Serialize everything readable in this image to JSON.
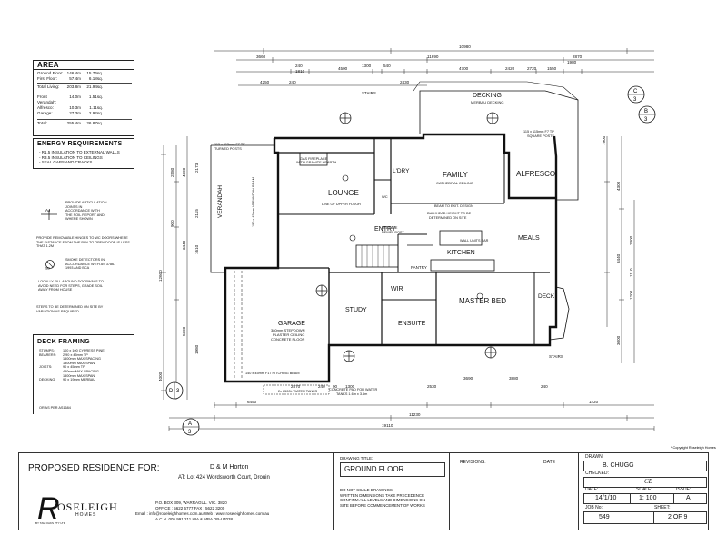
{
  "area": {
    "title": "AREA",
    "rows": [
      {
        "k": "Ground Floor:",
        "v": "146.4m",
        "w": "15.76sq."
      },
      {
        "k": "First Floor:",
        "v": "57.4m",
        "w": "6.18sq."
      },
      {
        "k": "Total Living:",
        "v": "203.8m",
        "w": "21.94sq."
      },
      {
        "k": "Front Verandah:",
        "v": "14.0m",
        "w": "1.51sq."
      },
      {
        "k": "Alfresco:",
        "v": "10.3m",
        "w": "1.11sq."
      },
      {
        "k": "Garage:",
        "v": "27.3m",
        "w": "2.92sq."
      },
      {
        "k": "Total:",
        "v": "255.4m",
        "w": "26.87sq."
      }
    ]
  },
  "energy": {
    "title": "ENERGY REQUIREMENTS",
    "items": [
      "- R1.5 INSULATION TO EXTERNAL WALLS",
      "- R3.5 INSULATION TO CEILINGS",
      "- SEAL GAPS AND CRACKS"
    ]
  },
  "legend": {
    "articulation_symbol": "AJ",
    "articulation_text": [
      "PROVIDE ARTICULATION",
      "JOINTS IN",
      "ACCORDANCE WITH",
      "THE SOIL REPORT AND",
      "WHERE SHOWN"
    ],
    "hinges": [
      "PROVIDE REMOVABLE HINGES TO WC DOORS WHERE",
      "THE DISTANCE FROM THE PAN TO OPEN DOOR IS LESS",
      "THAT 1.2M"
    ],
    "smoke_symbol": "SD",
    "smoke_text": [
      "SMOKE DETECTORS IN",
      "ACCORDANCE WITH AS 3786-",
      "1993 AND BCA"
    ],
    "fill": [
      "LOCALLY FILL AROUND DOORWAYS TO",
      "AVOID NEED FOR STEPS, GRADE SOIL",
      "AWAY FROM HOUSE"
    ],
    "steps": [
      "STEPS TO BE DETERMINED ON SITE BY",
      "VARIATION AS REQUIRED"
    ]
  },
  "deck": {
    "title": "DECK FRAMING",
    "rows": [
      {
        "k": "STUMPS:",
        "v": "100 x 100 CYPRESS PINE"
      },
      {
        "k": "BEARERS:",
        "v": "2/90 x 45mm TP"
      },
      {
        "k": "",
        "v": "1500mm MAX SPACING"
      },
      {
        "k": "",
        "v": "1800mm MAX SPAN"
      },
      {
        "k": "JOISTS:",
        "v": "90 x 45mm TP"
      },
      {
        "k": "",
        "v": "450mm MAX SPACING"
      },
      {
        "k": "",
        "v": "1500mm MAX SPAN"
      },
      {
        "k": "DECKING:",
        "v": "90 x 19mm MERBAU"
      }
    ],
    "footer": "OR AS PER AS1684"
  },
  "plan": {
    "rooms": {
      "lounge": "LOUNGE",
      "family": "FAMILY",
      "family_sub": "CATHEDRAL CEILING",
      "alfresco": "ALFRESCO",
      "ldry": "L'DRY",
      "entry": "ENTRY",
      "kitchen": "KITCHEN",
      "meals": "MEALS",
      "wir": "WIR",
      "master": "MASTER BED",
      "study": "STUDY",
      "ensuite": "ENSUITE",
      "garage": "GARAGE",
      "garage_sub1": "380mm STEPDOWN",
      "garage_sub2": "PLASTER CEILING",
      "garage_sub3": "CONCRETE FLOOR",
      "verandah": "VERANDAH",
      "decking": "DECKING",
      "decking_sub": "MERBAU DECKING",
      "deck": "DECK",
      "pantry": "PANTRY",
      "stairs": "STAIRS",
      "stairs2": "STAIRS",
      "wc": "WC"
    },
    "notes": {
      "posts_left": "115 x 115mm F7 TP",
      "posts_left2": "TURNED POSTS",
      "posts_right": "115 x 115mm F7 TP",
      "posts_right2": "SQUARE POSTS",
      "beam": "BEAM TO EXIT. DESIGN",
      "bulkhead": "BULKHEAD HEIGHT TO BE",
      "bulkhead2": "DETERMINED ON SITE",
      "gas": "GAS FIREPLACE",
      "gas2": "WITH GRANITE HEARTH",
      "feature": "FEATURE",
      "feature2": "NEWEL POST",
      "pitching": "140 x 45mm F17 PITCHING BEAM",
      "concrete": "CONCRETE PAD FOR WATER",
      "concrete2": "TANKS 1.6m x 3.6m",
      "water": "2x 2500L WATER TANKS",
      "verandah_beam": "190 x 45mm VERANDAH BEAM",
      "heights": "LINE OF UPPER FLOOR",
      "cookbar": "WALL UNITS BAR"
    },
    "dims_top": [
      "10980",
      "11690",
      "2870",
      "3660",
      "240",
      "1810",
      "1300",
      "540",
      "4500",
      "4700",
      "2420",
      "2720",
      "1550",
      "1980",
      "4250",
      "240",
      "2430"
    ],
    "dims_bottom": [
      "6450",
      "11230",
      "1420",
      "19110",
      "2870",
      "240",
      "90",
      "1300",
      "2530",
      "3690",
      "3880",
      "240"
    ],
    "dims_left": [
      "12600",
      "2580",
      "4300",
      "2173",
      "2115",
      "900",
      "3440",
      "1610",
      "4000",
      "5300",
      "1980"
    ],
    "dims_right": [
      "7900",
      "4300",
      "3440",
      "2300",
      "1110",
      "1200",
      "3000"
    ],
    "sections": [
      {
        "id": "C",
        "n": "3"
      },
      {
        "id": "B",
        "n": "3"
      },
      {
        "id": "D",
        "n": "3"
      },
      {
        "id": "A",
        "n": "3"
      }
    ],
    "copyright": "* Copyright Roseleigh Homes"
  },
  "titleblock": {
    "proposed": "PROPOSED RESIDENCE FOR:",
    "client": "D & M Horton",
    "address": "AT: Lot 424 Wordsworth Court, Drouin",
    "logo_text": "OSELEIGH",
    "logo_sub": "HOMES",
    "logo_small": "BY TAM OAKS PTY LTD",
    "contact": [
      "P.O. BOX 309, WARRAGUL. VIC. 3820",
      "OFFICE : 5622 6777   FAX : 5622 3200",
      "Email : info@roseleighhomes.com.au  Web : www.roseleighhomes.com.au",
      "A.C.N. 005 991 211    HIA & MBA DB-U7038"
    ],
    "drawing_title_label": "DRAWING TITLE:",
    "drawing_title": "GROUND FLOOR",
    "notes": [
      "DO NOT SCALE DRAWINGS",
      "WRITTEN DIMENSIONS TAKE PRECEDENCE",
      "CONFIRM ALL LEVELS AND DIMENSIONS ON",
      "SITE BEFORE COMMENCEMENT OF WORKS"
    ],
    "revisions_label": "REVISIONS:",
    "date_label": "DATE",
    "drawn_label": "DRAWN:",
    "drawn": "B. CHUGG",
    "checked_label": "CHECKED:",
    "checked": "CB",
    "date_label2": "DATE:",
    "date": "14/1/10",
    "scale_label": "SCALE:",
    "scale": "1: 100",
    "issue_label": "ISSUE:",
    "issue": "A",
    "job_label": "JOB No:",
    "job": "549",
    "sheet_label": "SHEET:",
    "sheet": "2 OF 9"
  }
}
